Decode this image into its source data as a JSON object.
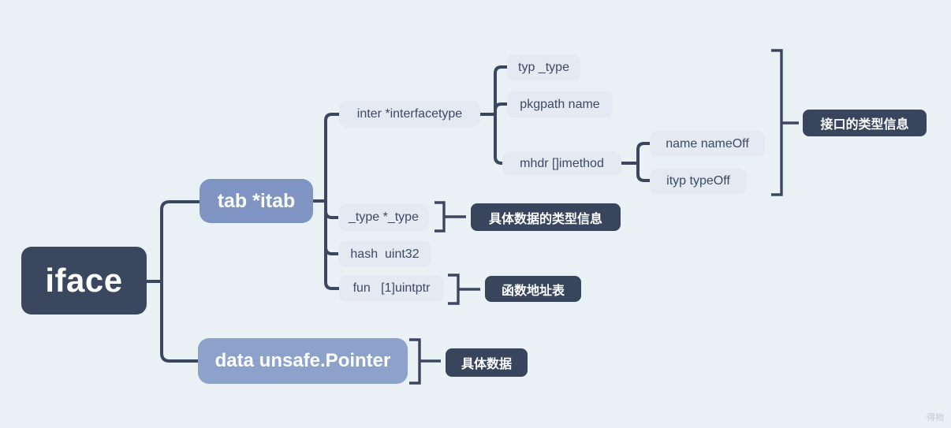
{
  "colors": {
    "background": "#e9f1f5",
    "node_dark": "#3a475f",
    "branch_tab": "#7f94c2",
    "branch_data": "#8da2cb",
    "chip_bg": "#e4e9f2",
    "chip_text": "#3d4a63",
    "summary_bg": "#38455d",
    "connector": "#3a475f",
    "watermark_color": "#c5cbd5"
  },
  "tree": {
    "root": {
      "label": "iface",
      "children": [
        {
          "label": "tab *itab",
          "children": [
            {
              "label": "inter *interfacetype",
              "summary": "接口的类型信息",
              "children": [
                {
                  "label": "typ _type"
                },
                {
                  "label": "pkgpath name"
                },
                {
                  "label": "mhdr []imethod",
                  "children": [
                    {
                      "label": "name nameOff"
                    },
                    {
                      "label": "ityp typeOff"
                    }
                  ]
                }
              ]
            },
            {
              "label": "_type *_type",
              "summary": "具体数据的类型信息"
            },
            {
              "label": "hash  uint32"
            },
            {
              "label": "fun   [1]uintptr",
              "summary": "函数地址表"
            }
          ]
        },
        {
          "label": "data unsafe.Pointer",
          "summary": "具体数据"
        }
      ]
    }
  },
  "watermark": "得物"
}
